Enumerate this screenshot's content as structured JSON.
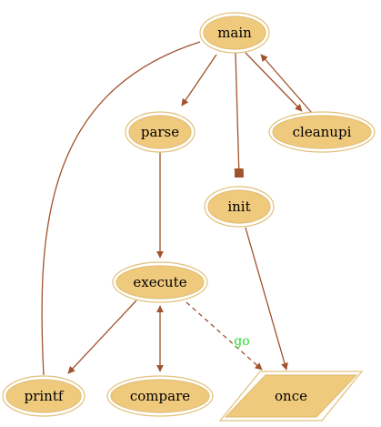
{
  "diagram": {
    "colors": {
      "node_fill": "#EFC97C",
      "node_border": "#E2C07A",
      "edge": "#A0522D",
      "label_green": "#27E02B"
    },
    "nodes": [
      {
        "id": "main",
        "label": "main",
        "shape": "double-ellipse"
      },
      {
        "id": "parse",
        "label": "parse",
        "shape": "double-ellipse"
      },
      {
        "id": "cleanup",
        "label": "cleanupi",
        "shape": "double-ellipse"
      },
      {
        "id": "init",
        "label": "init",
        "shape": "double-ellipse"
      },
      {
        "id": "execute",
        "label": "execute",
        "shape": "double-ellipse"
      },
      {
        "id": "printf",
        "label": "printf",
        "shape": "double-ellipse"
      },
      {
        "id": "compare",
        "label": "compare",
        "shape": "double-ellipse"
      },
      {
        "id": "once",
        "label": "once",
        "shape": "double-parallelogram"
      }
    ],
    "edges": [
      {
        "from": "main",
        "to": "parse",
        "style": "solid",
        "arrowhead": "normal"
      },
      {
        "from": "main",
        "to": "init",
        "style": "solid",
        "arrowhead": "box"
      },
      {
        "from": "main",
        "to": "cleanup",
        "style": "solid",
        "arrowhead": "normal"
      },
      {
        "from": "cleanup",
        "to": "main",
        "style": "solid",
        "arrowhead": "normal"
      },
      {
        "from": "printf",
        "to": "main",
        "style": "solid",
        "arrowhead": "none"
      },
      {
        "from": "parse",
        "to": "execute",
        "style": "solid",
        "arrowhead": "normal"
      },
      {
        "from": "init",
        "to": "once",
        "style": "solid",
        "arrowhead": "normal"
      },
      {
        "from": "execute",
        "to": "printf",
        "style": "solid",
        "arrowhead": "normal"
      },
      {
        "from": "execute",
        "to": "compare",
        "style": "solid",
        "arrowhead": "both"
      },
      {
        "from": "execute",
        "to": "once",
        "style": "dashed",
        "arrowhead": "normal",
        "label": "go"
      }
    ]
  }
}
